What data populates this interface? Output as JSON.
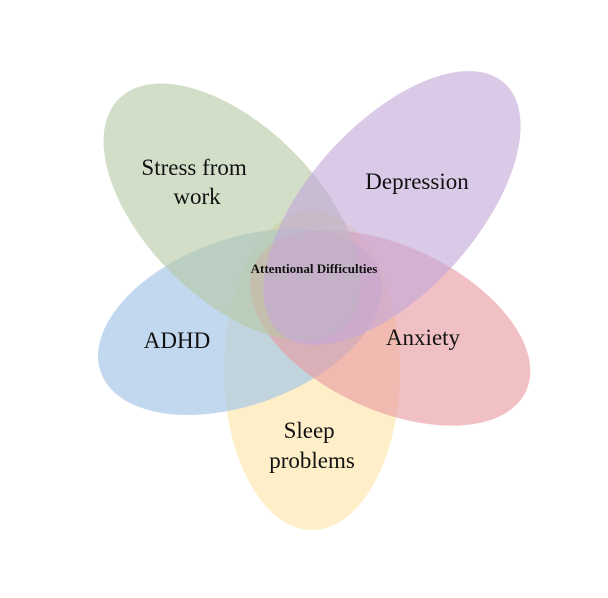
{
  "diagram": {
    "center_label": "Attentional Difficulties",
    "petals": [
      {
        "id": "stress",
        "lines": [
          "Stress from",
          "work"
        ],
        "color": "#b7c9a6"
      },
      {
        "id": "depression",
        "lines": [
          "Depression"
        ],
        "color": "#c4a8d8"
      },
      {
        "id": "adhd",
        "lines": [
          "ADHD"
        ],
        "color": "#9fc3e6"
      },
      {
        "id": "anxiety",
        "lines": [
          "Anxiety"
        ],
        "color": "#e89aa2"
      },
      {
        "id": "sleep",
        "lines": [
          "Sleep",
          "problems"
        ],
        "color": "#fde9b4"
      }
    ]
  }
}
